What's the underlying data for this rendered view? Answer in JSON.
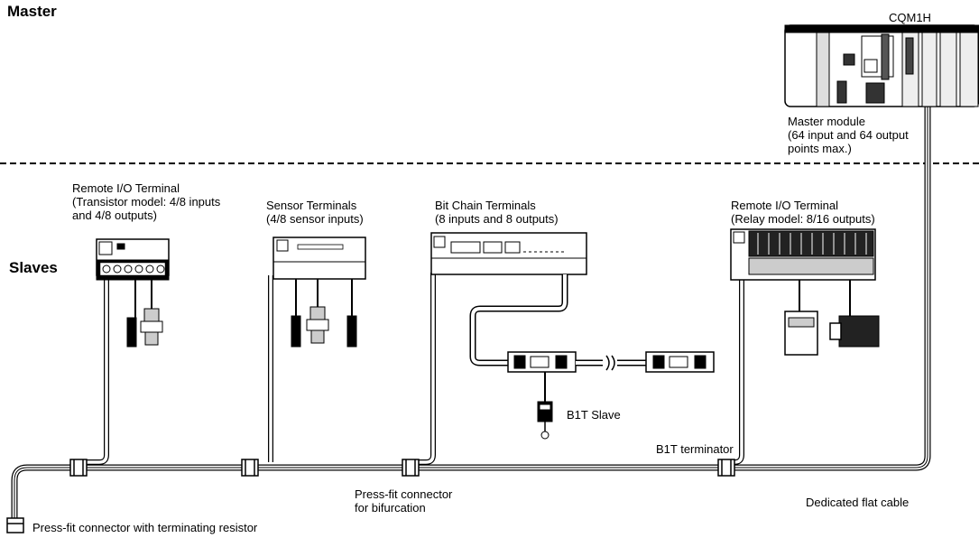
{
  "sections": {
    "master": "Master",
    "slaves": "Slaves"
  },
  "plc": {
    "model": "CQM1H"
  },
  "master_module": {
    "lines": [
      "Master module",
      "(64 input and 64 output",
      "points max.)"
    ]
  },
  "slaves": [
    {
      "id": "remote-io-transistor",
      "lines": [
        "Remote I/O Terminal",
        "(Transistor model: 4/8 inputs",
        "and 4/8 outputs)"
      ]
    },
    {
      "id": "sensor-terminals",
      "lines": [
        "Sensor Terminals",
        "(4/8 sensor inputs)"
      ]
    },
    {
      "id": "bit-chain-terminals",
      "lines": [
        "Bit Chain Terminals",
        "(8 inputs and 8 outputs)"
      ]
    },
    {
      "id": "remote-io-relay",
      "lines": [
        "Remote I/O Terminal",
        "(Relay model: 8/16 outputs)"
      ]
    }
  ],
  "callouts": {
    "b1t_slave": "B1T Slave",
    "b1t_terminator": "B1T terminator",
    "bifurcation": [
      "Press-fit connector",
      "for bifurcation"
    ],
    "flat_cable": "Dedicated flat cable",
    "terminating": "Press-fit connector with terminating resistor"
  }
}
